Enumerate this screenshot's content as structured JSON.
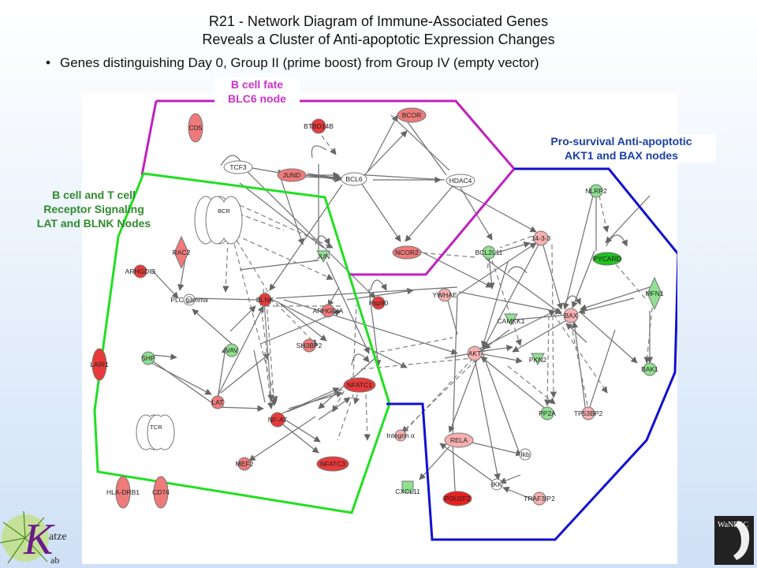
{
  "title": {
    "line1": "R21 - Network Diagram of Immune-Associated Genes",
    "line2": "Reveals a Cluster of Anti-apoptotic Expression Changes"
  },
  "bullet": {
    "symbol": "•",
    "text": "Genes distinguishing Day 0, Group II (prime boost) from Group IV (empty vector)"
  },
  "callouts": {
    "bcell_fate": {
      "line1": "B cell fate",
      "line2": "BLC6 node",
      "color": "#cc33cc"
    },
    "pro_survival": {
      "line1": "Pro-survival Anti-apoptotic",
      "line2": "AKT1 and BAX nodes",
      "color": "#1a3fa6"
    },
    "receptor": {
      "line1": "B cell and T cell",
      "line2": "Receptor Signaling",
      "line3": "LAT and BLNK Nodes",
      "color": "#2e8b2e"
    }
  },
  "colors": {
    "up_strong": "#e83a3a",
    "up_mid": "#ee7a7a",
    "up_light": "#f6b0b0",
    "down": "#8fe08f",
    "neutral": "#ffffff",
    "purple_outline": "#c020c0",
    "green_outline": "#20e020",
    "blue_outline": "#1010d0"
  },
  "nodes": {
    "CD5": "CD5",
    "BTBD14B": "BTBD14B",
    "BCOR": "BCOR",
    "TCF3": "TCF3",
    "JUND": "JUND",
    "BCL6": "BCL6",
    "HDAC4": "HDAC4",
    "NLRP2": "NLRP2",
    "BCR": "BCR",
    "RAC2": "RAC2",
    "ARHGDIB": "ARHGDIB",
    "JUN": "JUN",
    "NCOR2": "NCOR2",
    "BCL2L11": "BCL2L11",
    "P1433": "14-3-3",
    "PYCARD": "PYCARD",
    "PLCgamma": "PLC gamma",
    "BLNK": "BLNK",
    "Hsp90": "Hsp90",
    "YWHAE": "YWHAE",
    "ARHGDIA": "ARHGDIA",
    "MFN1": "MFN1",
    "CAMKK1": "CAMKK1",
    "BAX": "BAX",
    "LAIR1": "LAIR1",
    "SHP": "SHP",
    "VAV": "VAV",
    "SH3BP2": "SH3BP2",
    "AKT": "AKT",
    "PKN2": "PKN2",
    "BAK1": "BAK1",
    "NFATC1": "NFATC1",
    "LAT": "LAT",
    "PP2A": "PP2A",
    "TCR": "TCR",
    "NFAT": "NF-AT",
    "Integrina": "Integrin α",
    "RELA": "RELA",
    "TP53BP2": "TP53BP2",
    "MEF2": "MEF2",
    "NFATC3": "NFATC3",
    "Ikb": "Ikb",
    "CXCL11": "CXCL11",
    "IKK": "IKK",
    "TRAF3IP2": "TRAF3IP2",
    "HLADRB1": "HLA-DRB1",
    "CD74": "CD74",
    "POU2F2": "POU2F2"
  },
  "logos": {
    "left": {
      "letters": "K",
      "text": "atze",
      "sub": "ab"
    },
    "right": {
      "text": "WaNPRC"
    }
  }
}
